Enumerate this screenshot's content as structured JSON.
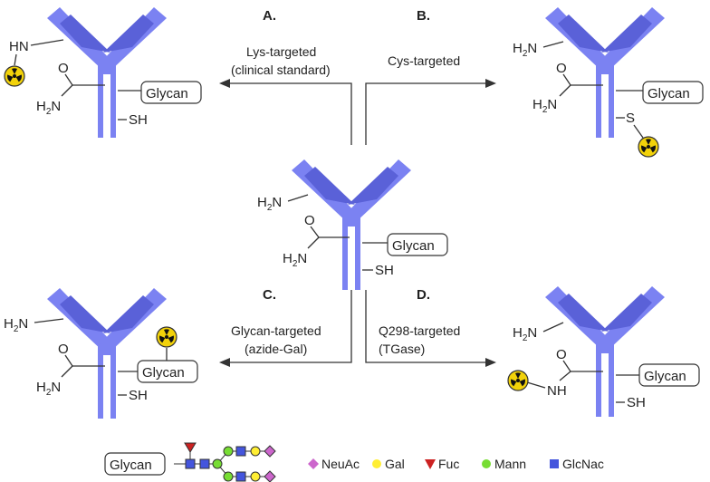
{
  "routes": {
    "a": {
      "letter": "A.",
      "line1": "Lys-targeted",
      "line2": "(clinical standard)"
    },
    "b": {
      "letter": "B.",
      "line1": "Cys-targeted"
    },
    "c": {
      "letter": "C.",
      "line1": "Glycan-targeted",
      "line2": "(azide-Gal)"
    },
    "d": {
      "letter": "D.",
      "line1": "Q298-targeted",
      "line2": "(TGase)"
    }
  },
  "groups": {
    "amine": "H",
    "amine_sub": "2",
    "amine_tail": "N",
    "amide_nh2": "H",
    "amide_sub": "2",
    "amide_tail": "N",
    "oxygen": "O",
    "thiol": "SH",
    "hn": "HN",
    "sulfur": "S",
    "nh": "NH",
    "glycan": "Glycan"
  },
  "legend": {
    "box": "Glycan",
    "items": [
      {
        "name": "NeuAc",
        "color": "#cc66cc",
        "shape": "diamond"
      },
      {
        "name": "Gal",
        "color": "#ffee33",
        "shape": "circle"
      },
      {
        "name": "Fuc",
        "color": "#cc2222",
        "shape": "triangle"
      },
      {
        "name": "Mann",
        "color": "#77dd33",
        "shape": "circle"
      },
      {
        "name": "GlcNac",
        "color": "#4455dd",
        "shape": "square"
      }
    ]
  },
  "colors": {
    "antibody": "#7b82f2",
    "antibody_dark": "#5a61d8",
    "radiolabel": "#f2d20a"
  }
}
